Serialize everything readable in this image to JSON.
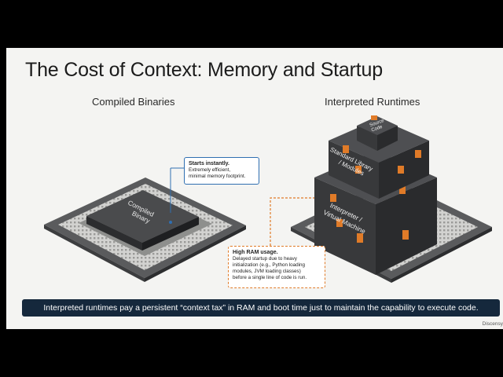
{
  "slide": {
    "title": "The Cost of Context: Memory and Startup",
    "left_heading": "Compiled Binaries",
    "right_heading": "Interpreted Runtimes",
    "compiled_chip_label_line1": "Compiled",
    "compiled_chip_label_line2": "Binary",
    "source_code_line1": "Source",
    "source_code_line2": "Code",
    "stdlib_line1": "Standard Library",
    "stdlib_line2": "/ Modules",
    "interpreter_line1": "Interpreter /",
    "interpreter_line2": "Virtual Machine",
    "callout_compiled": {
      "heading": "Starts instantly.",
      "line1": "Extremely efficient,",
      "line2": "minimal memory footprint."
    },
    "callout_interpreted": {
      "heading": "High RAM usage.",
      "line1": "Delayed startup due to heavy",
      "line2": "initialization (e.g., Python loading",
      "line3": "modules, JVM loading classes)",
      "line4": "before a single line of code is run."
    },
    "banner": "Interpreted runtimes pay a persistent “context tax” in RAM and boot time just to maintain the capability to execute code.",
    "brand": "Discensy"
  },
  "colors": {
    "accent_orange": "#e07b28",
    "callout_blue": "#2f6fb1",
    "banner_navy": "#15283c",
    "block_dark": "#3a3b3d"
  }
}
